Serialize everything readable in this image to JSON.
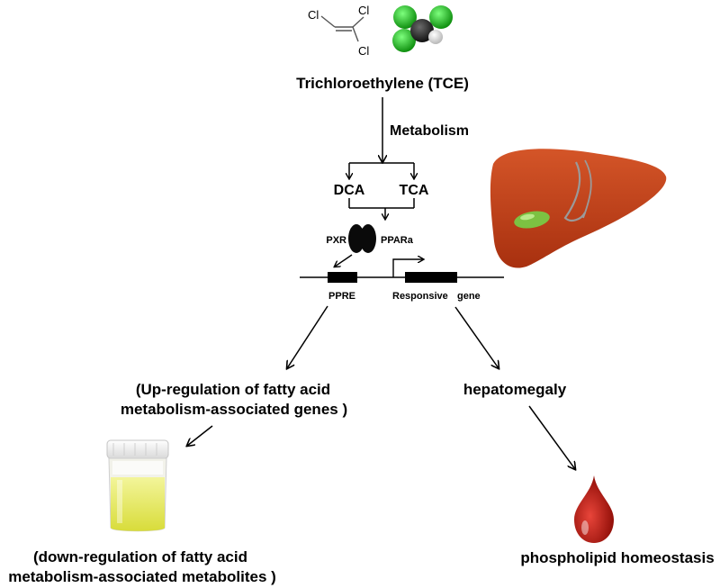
{
  "compound": {
    "name": "Trichloroethylene (TCE)",
    "atoms": [
      "Cl",
      "Cl",
      "Cl"
    ]
  },
  "metabolism": {
    "label": "Metabolism",
    "metabolite_left": "DCA",
    "metabolite_right": "TCA"
  },
  "receptors": {
    "left": "PXR",
    "right": "PPARa"
  },
  "gene": {
    "element_label": "PPRE",
    "responsive_label_1": "Responsive",
    "responsive_label_2": "gene"
  },
  "outcomes": {
    "left_line_1": "(Up-regulation of fatty acid",
    "left_line_2": "metabolism-associated genes )",
    "right": "hepatomegaly",
    "bottom_left_line_1": "(down-regulation of fatty acid",
    "bottom_left_line_2": "metabolism-associated metabolites )",
    "bottom_right": "phospholipid homeostasis"
  },
  "colors": {
    "liver": "#c8441c",
    "gallbladder": "#7cc242",
    "chlorine_green": "#2fc22f",
    "urine_yellow": "#e4e85a",
    "blood_red": "#b3120a"
  }
}
